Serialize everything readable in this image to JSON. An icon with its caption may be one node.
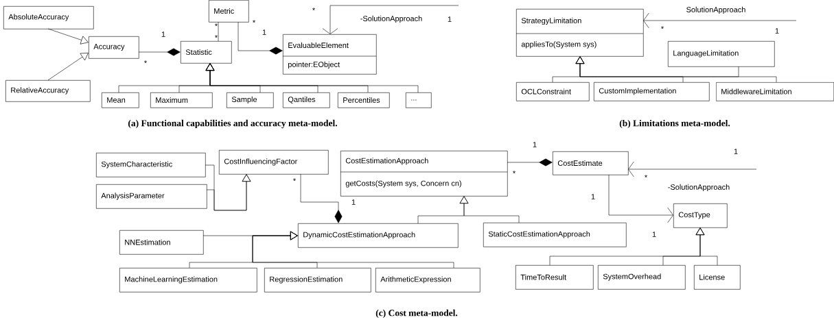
{
  "diagram": {
    "nodes": [
      {
        "text": [
          "AbsoluteAccuracy"
        ]
      },
      {
        "text": [
          "Accuracy"
        ]
      },
      {
        "text": [
          "RelativeAccuracy"
        ]
      },
      {
        "text": [
          "Metric"
        ]
      },
      {
        "text": [
          "Statistic"
        ]
      },
      {
        "text": [
          "EvaluableElement",
          "pointer:EObject"
        ]
      },
      {
        "text": [
          "Mean"
        ]
      },
      {
        "text": [
          "Maximum"
        ]
      },
      {
        "text": [
          "Sample"
        ]
      },
      {
        "text": [
          "Qantiles"
        ]
      },
      {
        "text": [
          "Percentiles"
        ]
      },
      {
        "text": [
          "..."
        ]
      },
      {
        "text": [
          "StrategyLimitation",
          "appliesTo(System sys)"
        ]
      },
      {
        "text": [
          "LanguageLimitation"
        ]
      },
      {
        "text": [
          "OCLConstraint"
        ]
      },
      {
        "text": [
          "CustomImplementation"
        ]
      },
      {
        "text": [
          "MiddlewareLimitation"
        ]
      },
      {
        "text": [
          "SystemCharacteristic"
        ]
      },
      {
        "text": [
          "AnalysisParameter"
        ]
      },
      {
        "text": [
          "CostInfluencingFactor"
        ]
      },
      {
        "text": [
          "CostEstimationApproach",
          "getCosts(System sys, Concern cn)"
        ]
      },
      {
        "text": [
          "CostEstimate"
        ]
      },
      {
        "text": [
          "NNEstimation"
        ]
      },
      {
        "text": [
          "DynamicCostEstimationApproach"
        ]
      },
      {
        "text": [
          "StaticCostEstimationApproach"
        ]
      },
      {
        "text": [
          "CostType"
        ]
      },
      {
        "text": [
          "MachineLearningEstimation"
        ]
      },
      {
        "text": [
          "RegressionEstimation"
        ]
      },
      {
        "text": [
          "ArithmeticExpression"
        ]
      },
      {
        "text": [
          "TimeToResult"
        ]
      },
      {
        "text": [
          "SystemOverhead"
        ]
      },
      {
        "text": [
          "License"
        ]
      }
    ],
    "edges": [
      {
        "from": 0,
        "to": 1,
        "arrow": "to"
      },
      {
        "from": 2,
        "to": 1,
        "arrow": "to"
      },
      {
        "from": 1,
        "to": 4,
        "arrow": "other"
      },
      {
        "from": 3,
        "to": 4,
        "arrow": "none"
      },
      {
        "from": 3,
        "to": 5,
        "arrow": "other"
      },
      {
        "from": null,
        "to": 5,
        "arrow": "to",
        "label": "-SolutionApproach"
      },
      {
        "from": 6,
        "to": 4,
        "arrow": "to"
      },
      {
        "from": 7,
        "to": 4,
        "arrow": "to"
      },
      {
        "from": 8,
        "to": 4,
        "arrow": "to"
      },
      {
        "from": 9,
        "to": 4,
        "arrow": "to"
      },
      {
        "from": 10,
        "to": 4,
        "arrow": "to"
      },
      {
        "from": 11,
        "to": 4,
        "arrow": "to"
      },
      {
        "from": null,
        "to": 12,
        "arrow": "to",
        "label": "SolutionApproach"
      },
      {
        "from": 14,
        "to": 12,
        "arrow": "to"
      },
      {
        "from": 15,
        "to": 12,
        "arrow": "to"
      },
      {
        "from": 16,
        "to": 12,
        "arrow": "to"
      },
      {
        "from": 13,
        "to": 12,
        "arrow": "to"
      },
      {
        "from": 17,
        "to": 19,
        "arrow": "to"
      },
      {
        "from": 18,
        "to": 19,
        "arrow": "to"
      },
      {
        "from": 19,
        "to": 23,
        "arrow": "other"
      },
      {
        "from": 20,
        "to": 21,
        "arrow": "other"
      },
      {
        "from": null,
        "to": 21,
        "arrow": "to",
        "label": "-SolutionApproach"
      },
      {
        "from": 21,
        "to": 25,
        "arrow": "to"
      },
      {
        "from": 23,
        "to": 20,
        "arrow": "to"
      },
      {
        "from": 24,
        "to": 20,
        "arrow": "to"
      },
      {
        "from": 22,
        "to": 23,
        "arrow": "to"
      },
      {
        "from": 26,
        "to": 23,
        "arrow": "to"
      },
      {
        "from": 27,
        "to": 23,
        "arrow": "to"
      },
      {
        "from": 28,
        "to": 23,
        "arrow": "to"
      },
      {
        "from": 29,
        "to": 25,
        "arrow": "to"
      },
      {
        "from": 30,
        "to": 25,
        "arrow": "to"
      },
      {
        "from": 31,
        "to": 25,
        "arrow": "to"
      }
    ],
    "labels": [
      "*",
      "1",
      "*",
      "*",
      "*",
      "1",
      "1",
      "*",
      "*",
      "1",
      "(a) Functional capabilities and accuracy meta-model.",
      "(b) Limitations meta-model.",
      "1",
      "1",
      "*",
      "*",
      "*",
      "1",
      "1",
      "1",
      "(c) Cost meta-model."
    ]
  }
}
